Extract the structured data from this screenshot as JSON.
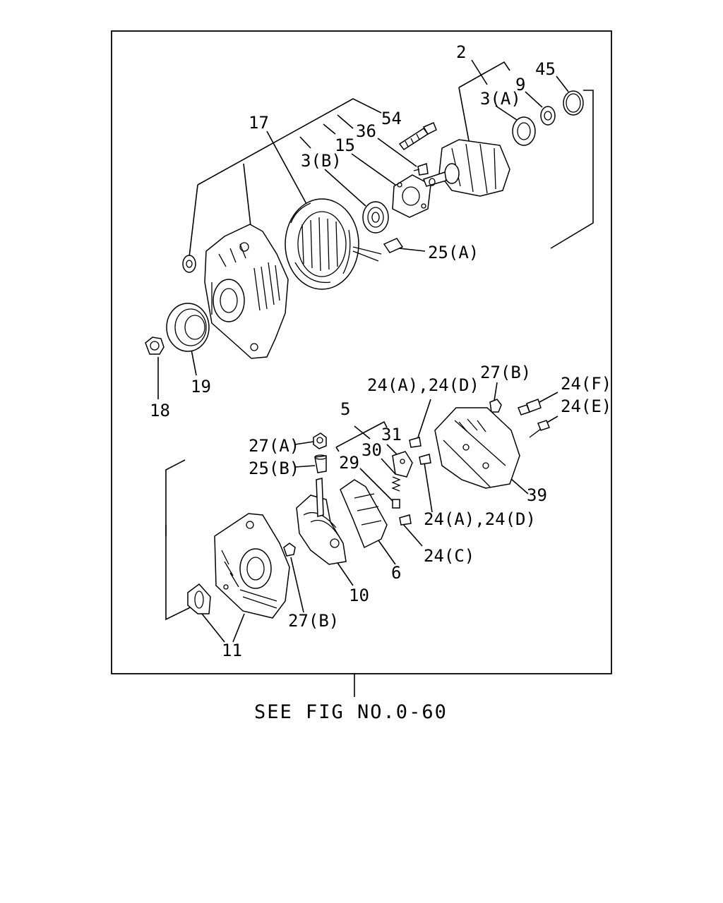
{
  "callouts": {
    "c2": "2",
    "c45": "45",
    "c9": "9",
    "c3a": "3(A)",
    "c54": "54",
    "c17": "17",
    "c36": "36",
    "c15": "15",
    "c3b": "3(B)",
    "c25a": "25(A)",
    "c19": "19",
    "c18": "18",
    "c27b_top": "27(B)",
    "c24ad_top": "24(A),24(D)",
    "c24f": "24(F)",
    "c24e": "24(E)",
    "c5": "5",
    "c31": "31",
    "c27a": "27(A)",
    "c30": "30",
    "c29": "29",
    "c25b": "25(B)",
    "c39": "39",
    "c24ad_mid": "24(A),24(D)",
    "c24c": "24(C)",
    "c6": "6",
    "c10": "10",
    "c27b_bot": "27(B)",
    "c11": "11"
  },
  "footer": {
    "reference": "SEE FIG NO.0-60"
  }
}
